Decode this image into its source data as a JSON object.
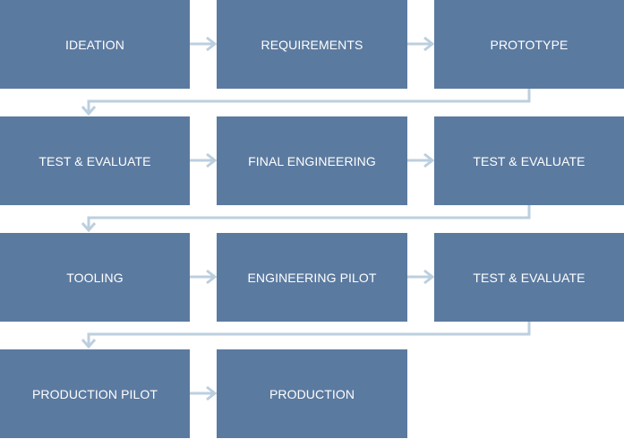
{
  "colors": {
    "box_fill": "#5b7aa0",
    "box_text": "#ffffff",
    "connector": "#bccfdf",
    "background": "#ffffff"
  },
  "steps": [
    {
      "label": "IDEATION"
    },
    {
      "label": "REQUIREMENTS"
    },
    {
      "label": "PROTOTYPE"
    },
    {
      "label": "TEST & EVALUATE"
    },
    {
      "label": "FINAL ENGINEERING"
    },
    {
      "label": "TEST & EVALUATE"
    },
    {
      "label": "TOOLING"
    },
    {
      "label": "ENGINEERING PILOT"
    },
    {
      "label": "TEST & EVALUATE"
    },
    {
      "label": "PRODUCTION PILOT"
    },
    {
      "label": "PRODUCTION"
    }
  ]
}
